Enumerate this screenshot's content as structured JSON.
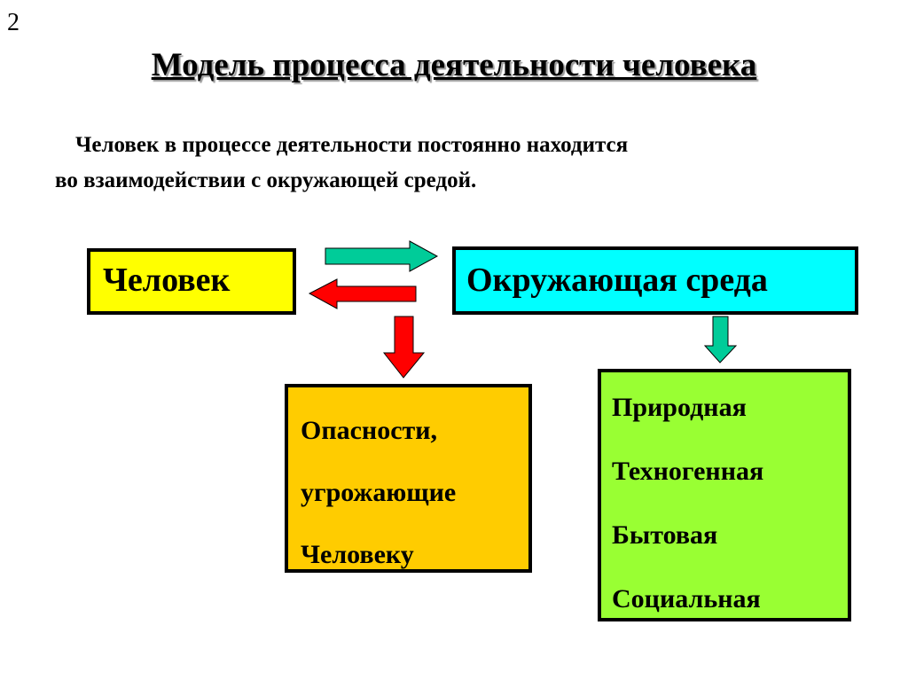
{
  "slide_number": "2",
  "title": "Модель процесса деятельности человека",
  "intro": {
    "line1": "Человек в процессе деятельности постоянно находится",
    "line2": "во взаимодействии с окружающей средой."
  },
  "boxes": {
    "human": "Человек",
    "environment": "Окружающая среда",
    "dangers": [
      "Опасности,",
      "угрожающие",
      "Человеку"
    ],
    "environment_types": [
      "Природная",
      "Техногенная",
      "Бытовая",
      "Социальная"
    ]
  },
  "colors": {
    "human": "#ffff00",
    "environment": "#00ffff",
    "dangers": "#ffcc00",
    "types": "#99ff33",
    "green_arrow": "#00cc99",
    "red_arrow": "#ff0000"
  }
}
